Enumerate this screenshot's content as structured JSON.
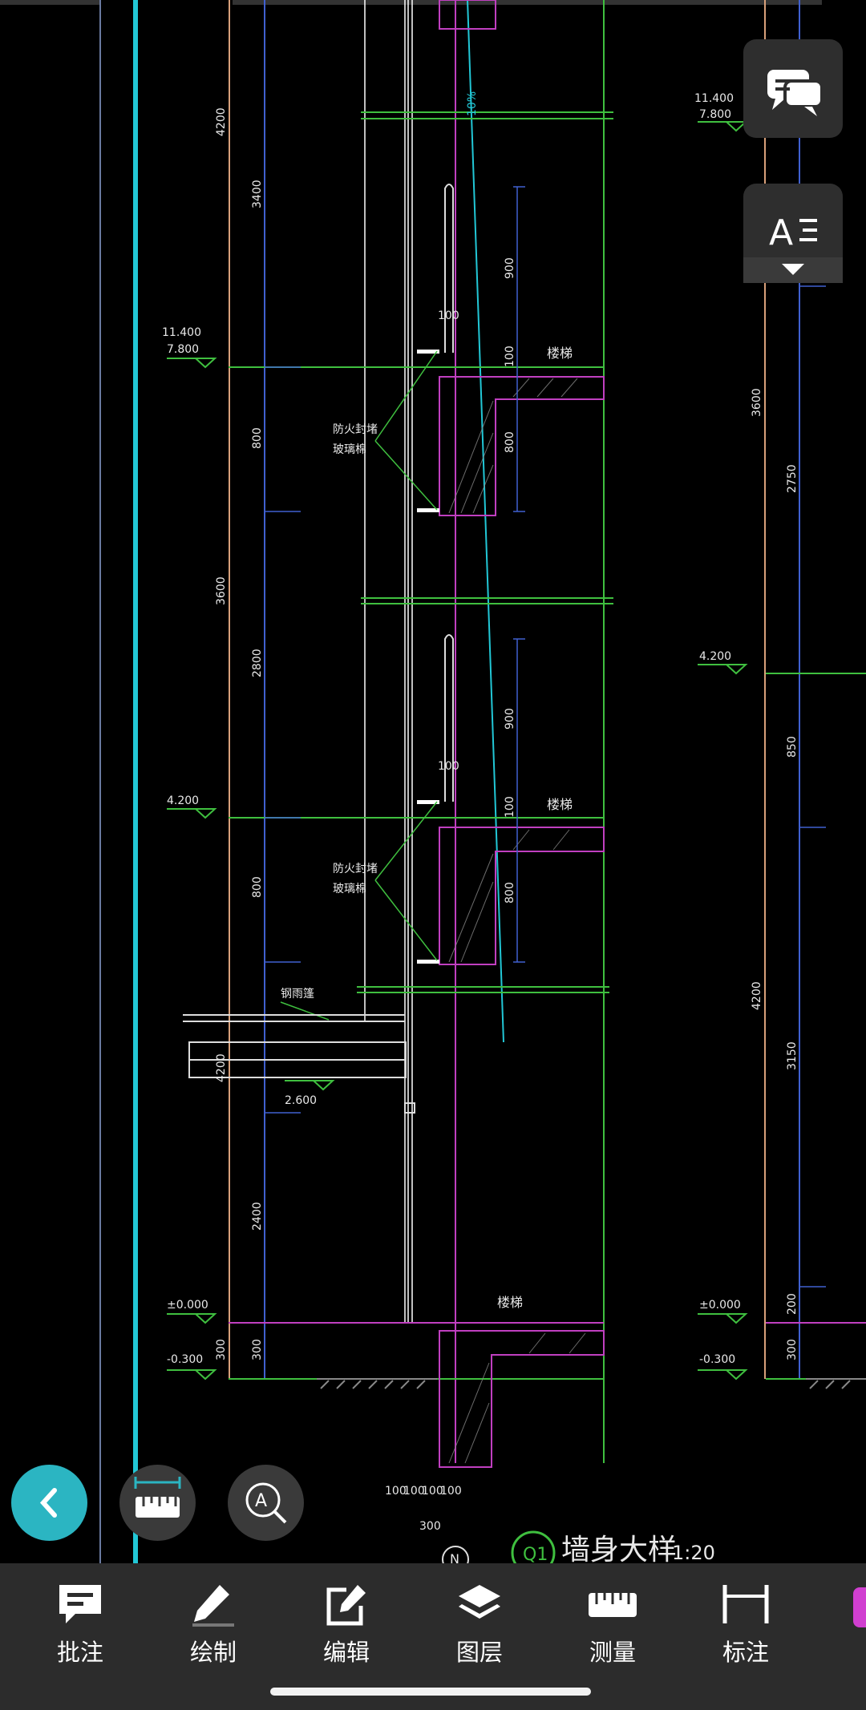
{
  "drawing": {
    "labels": {
      "stairs1": "楼梯",
      "stairs2": "楼梯",
      "stairs3": "楼梯",
      "fire1a": "防火封堵",
      "fire1b": "玻璃棉",
      "fire2a": "防火封堵",
      "fire2b": "玻璃棉",
      "canopy": "钢雨篷",
      "title": "墙身大样",
      "scale": "1:20",
      "bubble": "Q1",
      "north": "N"
    },
    "elevations": {
      "left_11400": "11.400",
      "left_7800": "7.800",
      "left_4200": "4.200",
      "left_pm0": "±0.000",
      "left_m300": "-0.300",
      "mid_2600": "2.600",
      "right_11400": "11.400",
      "right_7800": "7.800",
      "right_4200": "4.200",
      "right_pm0": "±0.000",
      "right_m300": "-0.300"
    },
    "dims": {
      "d4200a": "4200",
      "d3600": "3600",
      "d4200b": "4200",
      "d300a": "300",
      "d3400": "3400",
      "d800a": "800",
      "d2800": "2800",
      "d800b": "800",
      "d2400": "2400",
      "d300b": "300",
      "d900a": "900",
      "d100a": "100",
      "d800c": "800",
      "d900b": "900",
      "d100b": "100",
      "d800d": "800",
      "d100h1": "100",
      "d100h2": "100",
      "bot1": "100",
      "bot2": "100",
      "bot3": "100",
      "bot4": "100",
      "bot300": "300",
      "r3600": "3600",
      "r2750": "2750",
      "r850": "850",
      "r4200": "4200",
      "r3150": "3150",
      "r200": "200",
      "r300": "300",
      "diag": "10%"
    }
  },
  "floating_buttons": {
    "comments": "comments-icon",
    "text_style": "text-style-icon"
  },
  "bottom_buttons": {
    "back": "chevron-left-icon",
    "ruler": "ruler-icon",
    "text_search": "text-search-icon"
  },
  "toolbar": [
    {
      "label": "批注",
      "icon": "annotation-icon"
    },
    {
      "label": "绘制",
      "icon": "pen-icon"
    },
    {
      "label": "编辑",
      "icon": "edit-icon"
    },
    {
      "label": "图层",
      "icon": "layers-icon"
    },
    {
      "label": "测量",
      "icon": "measure-icon"
    },
    {
      "label": "标注",
      "icon": "dimension-icon"
    }
  ],
  "colors": {
    "accent": "#2bb5c2",
    "toolbar_bg": "#2c2c2c",
    "cad_green": "#3fbf3f",
    "cad_magenta": "#c03fc0",
    "cad_cyan": "#22c7d6"
  }
}
